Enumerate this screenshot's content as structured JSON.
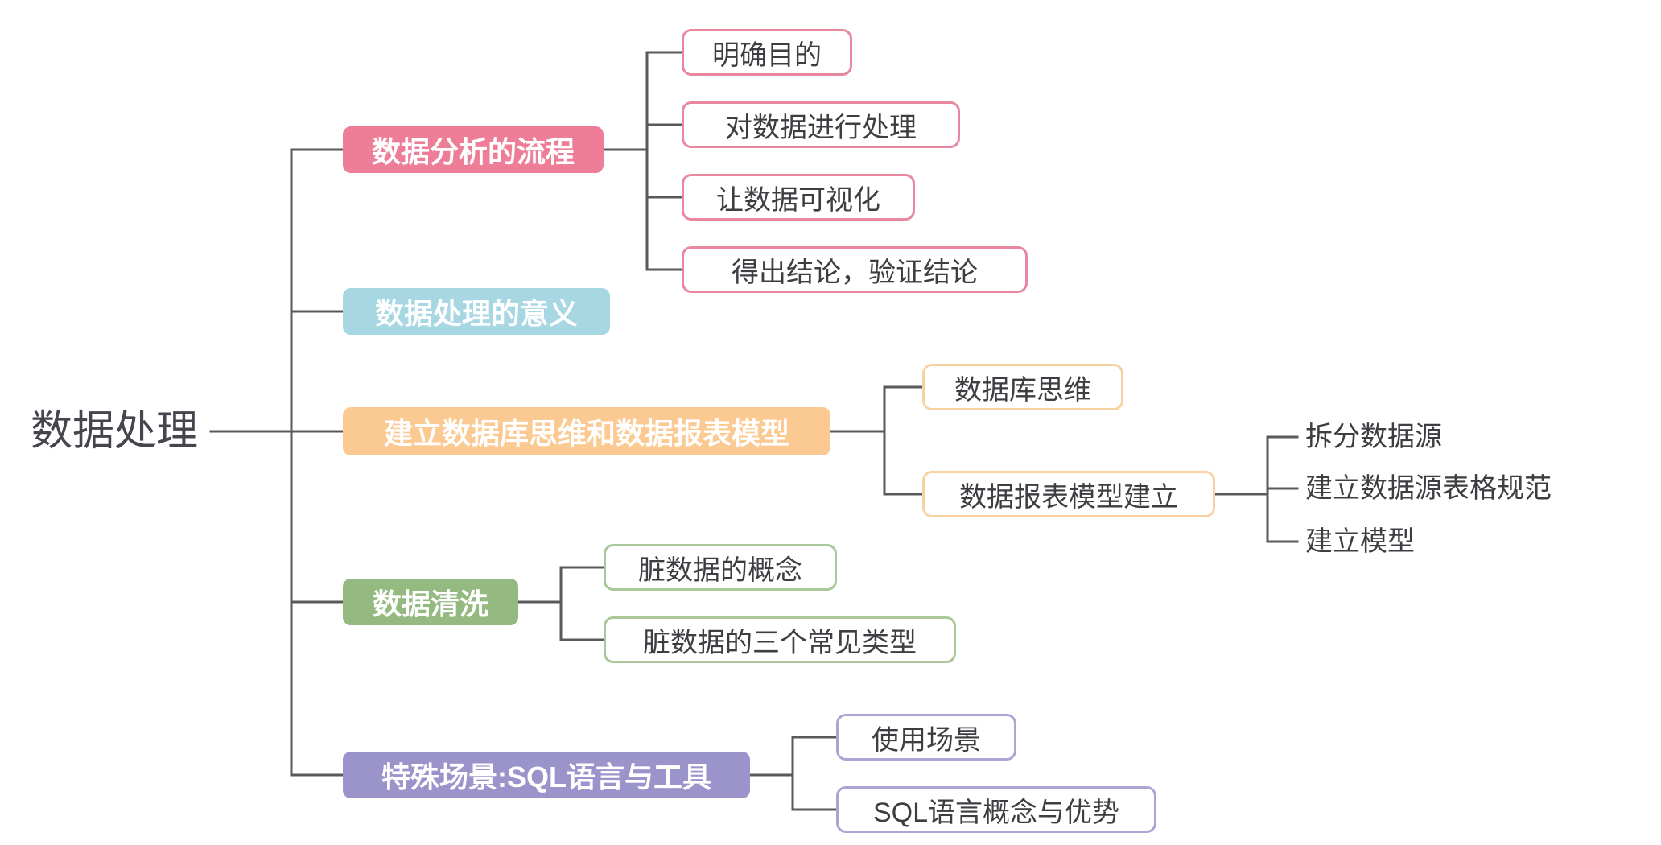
{
  "root": {
    "label": "数据处理"
  },
  "branches": [
    {
      "label": "数据分析的流程",
      "color": "#ee7d98",
      "children": [
        {
          "label": "明确目的"
        },
        {
          "label": "对数据进行处理"
        },
        {
          "label": "让数据可视化"
        },
        {
          "label": "得出结论，验证结论"
        }
      ]
    },
    {
      "label": "数据处理的意义",
      "color": "#a7d7e3",
      "children": []
    },
    {
      "label": "建立数据库思维和数据报表模型",
      "color": "#fbca93",
      "children": [
        {
          "label": "数据库思维"
        },
        {
          "label": "数据报表模型建立",
          "children": [
            {
              "label": "拆分数据源"
            },
            {
              "label": "建立数据源表格规范"
            },
            {
              "label": "建立模型"
            }
          ]
        }
      ]
    },
    {
      "label": "数据清洗",
      "color": "#94ba81",
      "children": [
        {
          "label": "脏数据的概念"
        },
        {
          "label": "脏数据的三个常见类型"
        }
      ]
    },
    {
      "label": "特殊场景:SQL语言与工具",
      "color": "#9a94ca",
      "children": [
        {
          "label": "使用场景"
        },
        {
          "label": "SQL语言概念与优势"
        }
      ]
    }
  ],
  "colors": {
    "connector": "#595959",
    "root_text": "#45454d",
    "leaf_text": "#3d3d42",
    "background": "#ffffff"
  }
}
